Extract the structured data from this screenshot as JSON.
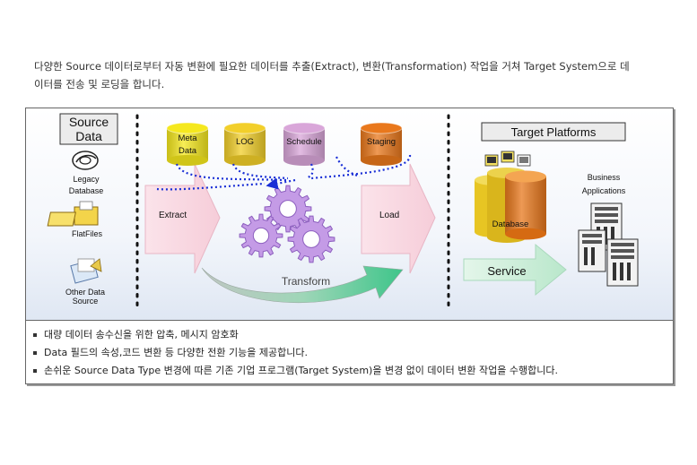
{
  "intro": {
    "line1": "다양한 Source 데이터로부터 자동 변환에 필요한 데이터를 추출(Extract), 변환(Transformation) 작업을 거쳐 Target System으로 데",
    "line2": "이터를 전송 및 로딩을 합니다."
  },
  "source": {
    "title_line1": "Source",
    "title_line2": "Data",
    "items": [
      {
        "line1": "Legacy",
        "line2": "Database",
        "icon": "legacy-database-icon"
      },
      {
        "line1": "FlatFiles",
        "line2": "",
        "icon": "flat-files-folder-icon"
      },
      {
        "line1": "Other Data",
        "line2": "Source",
        "icon": "other-data-source-icon"
      }
    ]
  },
  "process": {
    "cylinders": [
      {
        "line1": "Meta",
        "line2": "Data",
        "color": "#f5e81e"
      },
      {
        "line1": "LOG",
        "line2": "",
        "color": "#f2cf2a"
      },
      {
        "line1": "Schedule",
        "line2": "",
        "color": "#d9a6d9"
      },
      {
        "line1": "Staging",
        "line2": "",
        "color": "#e9781c"
      }
    ],
    "extract_label": "Extract",
    "load_label": "Load",
    "transform_label": "Transform"
  },
  "target": {
    "title": "Target Platforms",
    "database_label": "Database",
    "service_label": "Service",
    "business_line1": "Business",
    "business_line2": "Applications"
  },
  "notes": [
    "대량 데이터 송수신을 위한 압축, 메시지 암호화",
    "Data 필드의 속성,코드 변환 등 다양한 전환 기능을 제공합니다.",
    "손쉬운 Source Data Type 변경에 따른 기존 기업 프로그램(Target System)을 변경 없이 데이터 변환 작업을 수행합니다."
  ],
  "colors": {
    "gear": "#c49be6",
    "flow_arrow": "#f7d7df",
    "service_arrow": "#c9ecd6",
    "dotted_line": "#1a2fd6"
  }
}
